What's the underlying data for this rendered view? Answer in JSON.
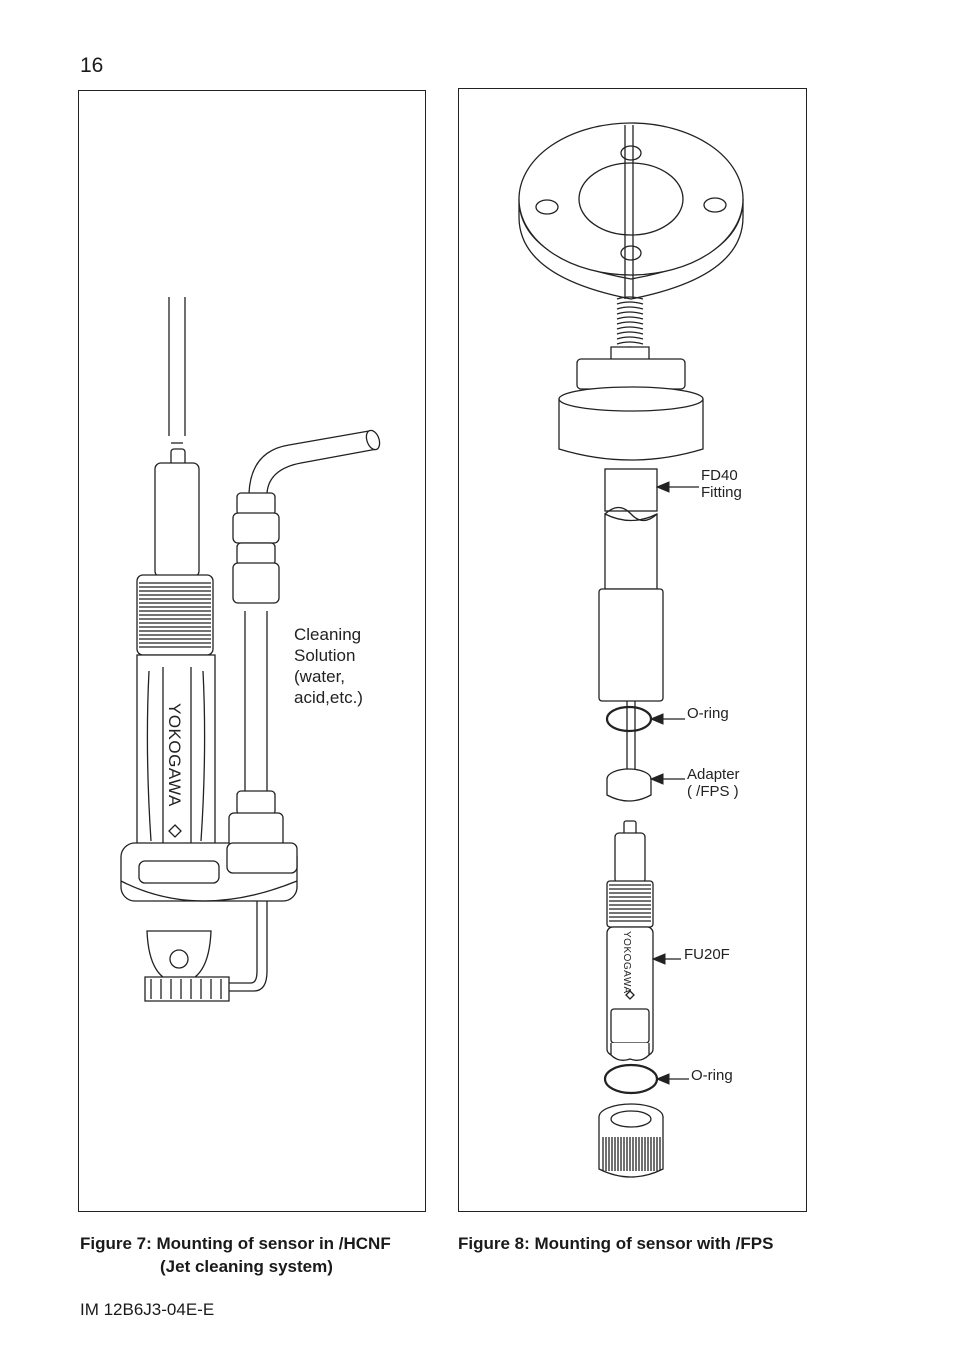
{
  "page": {
    "number": "16",
    "doc_id": "IM 12B6J3-04E-E"
  },
  "figure7": {
    "caption_line1": "Figure 7: Mounting of sensor in /HCNF",
    "caption_line2": "(Jet cleaning system)",
    "label_lines": [
      "Cleaning",
      "Solution",
      "(water,",
      "acid,etc.)"
    ],
    "brand_mark": "YOKOGAWA"
  },
  "figure8": {
    "caption": "Figure 8: Mounting of sensor with /FPS",
    "callouts": {
      "fd40_line1": "FD40",
      "fd40_line2": "Fitting",
      "oring_top": "O-ring",
      "adapter_line1": "Adapter",
      "adapter_line2": "( /FPS )",
      "fu20f": "FU20F",
      "oring_bottom": "O-ring"
    },
    "brand_mark": "YOKOGAWA"
  }
}
